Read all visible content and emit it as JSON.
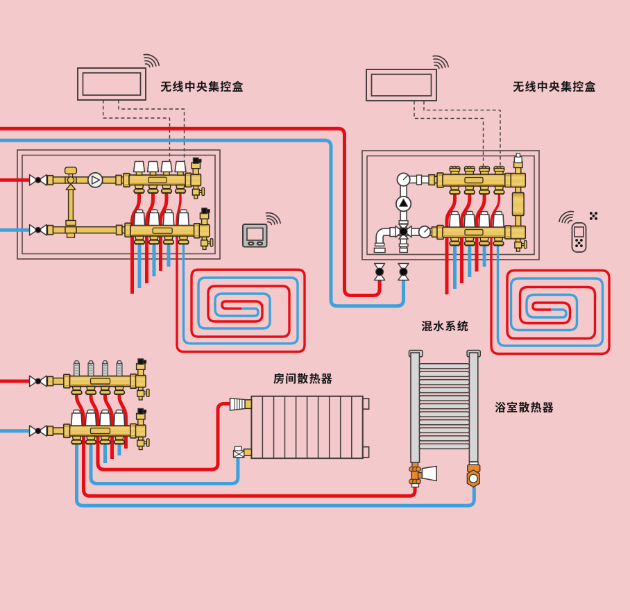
{
  "diagram": {
    "type": "heating-system-schematic",
    "labels": {
      "control_box_left": "无线中央集控盒",
      "control_box_right": "无线中央集控盒",
      "mixing_system": "混水系统",
      "room_radiator": "房间散热器",
      "bathroom_radiator": "浴室散热器"
    },
    "colors": {
      "background": "#F4C9CC",
      "supply_pipe_red": "#E60E15",
      "return_pipe_blue": "#3DA2DC",
      "brass": "#EAC45C",
      "outline": "#5A4C49"
    },
    "icons": [
      "wifi-icon",
      "signal-dots"
    ]
  }
}
